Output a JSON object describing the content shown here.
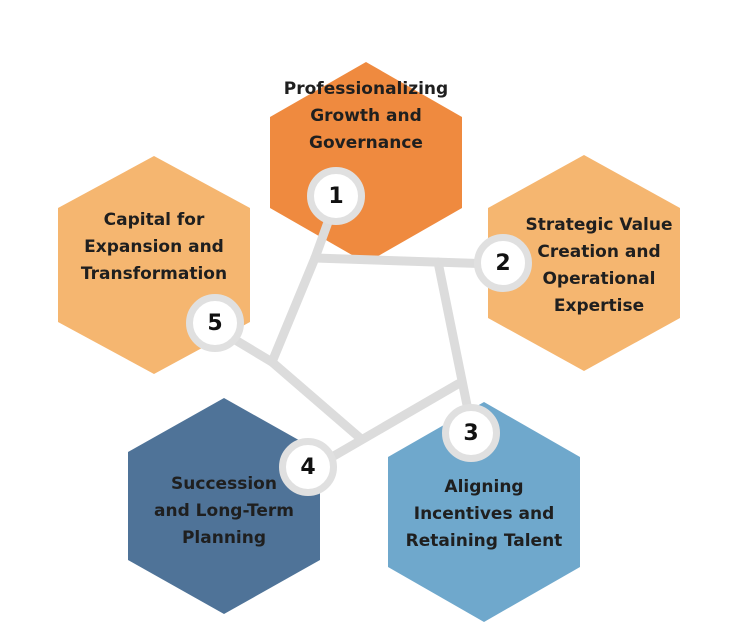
{
  "diagram": {
    "connector_color": "#dcdcdc",
    "items": [
      {
        "number": "1",
        "lines": [
          "Professionalizing",
          "Growth and",
          "Governance"
        ],
        "color": "#ef8a3f"
      },
      {
        "number": "2",
        "lines": [
          "Strategic Value",
          "Creation and",
          "Operational",
          "Expertise"
        ],
        "color": "#f5b670"
      },
      {
        "number": "3",
        "lines": [
          "Aligning",
          "Incentives and",
          "Retaining Talent"
        ],
        "color": "#6fa8cc"
      },
      {
        "number": "4",
        "lines": [
          "Succession",
          "and Long-Term",
          "Planning"
        ],
        "color": "#4f7398"
      },
      {
        "number": "5",
        "lines": [
          "Capital for",
          "Expansion and",
          "Transformation"
        ],
        "color": "#f5b670"
      }
    ]
  }
}
